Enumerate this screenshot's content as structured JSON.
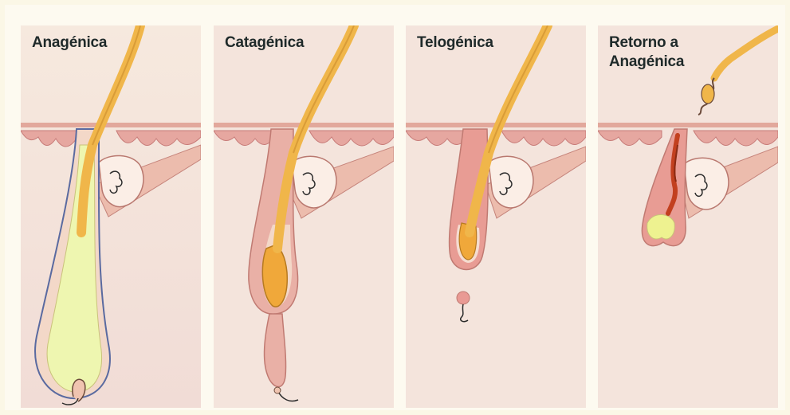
{
  "stages": [
    {
      "label": "Anagénica"
    },
    {
      "label": "Catagénica"
    },
    {
      "label": "Telogénica"
    },
    {
      "label": "Retorno a Anagénica"
    }
  ],
  "colors": {
    "background": "#fdfaf0",
    "skin_dermis": "#f4e3dc",
    "epidermis": "#e9b9b0",
    "hair_shaft": "#f0b64a",
    "bulb_inner": "#eef6b0",
    "sheath_outline": "#5a6aa0",
    "label_text": "#1f2a2a"
  }
}
